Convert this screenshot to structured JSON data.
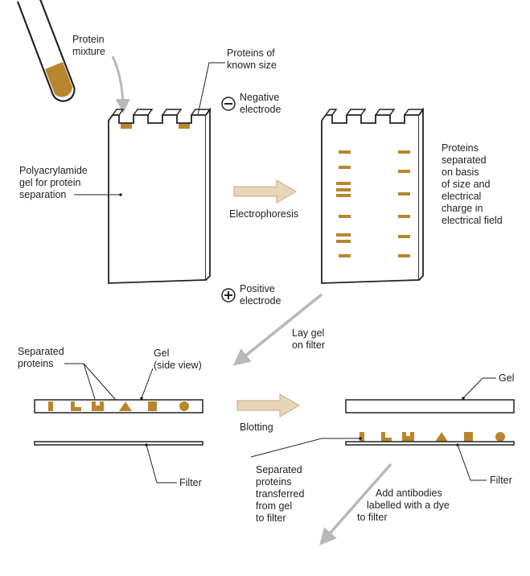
{
  "labels": {
    "protein_mixture": [
      "Protein",
      "mixture"
    ],
    "known_size": [
      "Proteins of",
      "known size"
    ],
    "negative_electrode": [
      "Negative",
      "electrode"
    ],
    "polyacrylamide_gel": [
      "Polyacrylamide",
      "gel for protein",
      "separation"
    ],
    "electrophoresis": "Electrophoresis",
    "proteins_separated": [
      "Proteins",
      "separated",
      "on basis",
      "of size and",
      "electrical",
      "charge in",
      "electrical field"
    ],
    "positive_electrode": [
      "Positive",
      "electrode"
    ],
    "lay_gel": [
      "Lay gel",
      "on filter"
    ],
    "separated_proteins": [
      "Separated",
      "proteins"
    ],
    "gel_side_view": [
      "Gel",
      "(side view)"
    ],
    "blotting": "Blotting",
    "gel": "Gel",
    "filter_left": "Filter",
    "filter_right": "Filter",
    "transferred": [
      "Separated",
      "proteins",
      "transferred",
      "from gel",
      "to filter"
    ],
    "add_antibodies": [
      "Add antibodies",
      "labelled with a dye",
      "to filter"
    ]
  },
  "colors": {
    "protein": "#b8862f",
    "line": "#222222",
    "arrow_beige": "#e8d4b6",
    "arrow_beige_edge": "#c8aa84",
    "arrow_gray": "#b8b8b8"
  },
  "icons": {
    "negative": "minus-circle-icon",
    "positive": "plus-circle-icon"
  }
}
